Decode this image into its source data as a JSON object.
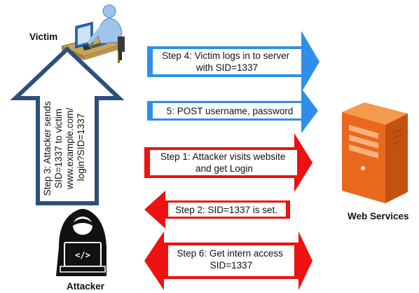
{
  "actors": {
    "victim": "Victim",
    "attacker": "Attacker",
    "server": "Web Services"
  },
  "steps": {
    "step3": [
      "Step 3: Attacker sends",
      "SID=1337 to victim",
      "www.example.com/",
      "login?SID=1337"
    ],
    "step4": [
      "Step 4: Victim logs in to server",
      "with SID=1337"
    ],
    "step5": [
      "5: POST username, password"
    ],
    "step1": [
      "Step 1: Attacker visits website",
      "and get Login"
    ],
    "step2": [
      "Step 2: SID=1337 is set."
    ],
    "step6": [
      "Step 6: Get intern access",
      "SID=1337"
    ]
  },
  "colors": {
    "blue": "#2f8fe8",
    "red": "#ee1111",
    "server": "#e8691e",
    "monitor": "#2f6fb8"
  }
}
